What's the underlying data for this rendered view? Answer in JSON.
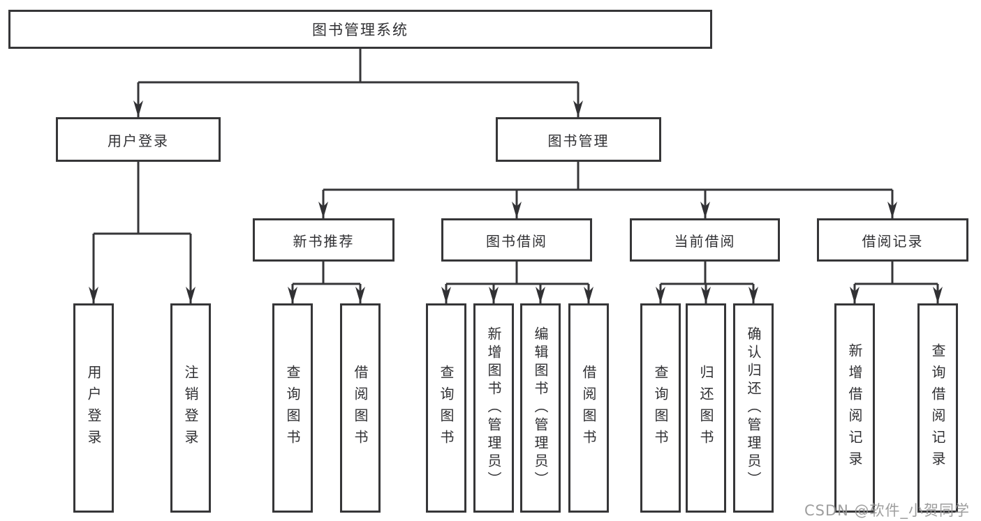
{
  "diagram": {
    "root": {
      "label": "图书管理系统"
    },
    "branches": [
      {
        "label": "用户登录",
        "children": [
          "用户登录",
          "注销登录"
        ]
      },
      {
        "label": "图书管理",
        "children": [
          {
            "label": "新书推荐",
            "children": [
              "查询图书",
              "借阅图书"
            ]
          },
          {
            "label": "图书借阅",
            "children": [
              "查询图书",
              "新增图书（管理员）",
              "编辑图书（管理员）",
              "借阅图书"
            ]
          },
          {
            "label": "当前借阅",
            "children": [
              "查询图书",
              "归还图书",
              "确认归还（管理员）"
            ]
          },
          {
            "label": "借阅记录",
            "children": [
              "新增借阅记录",
              "查询借阅记录"
            ]
          }
        ]
      }
    ],
    "colors": {
      "line": "#363638",
      "box_border": "#363638",
      "box_fill": "#ffffff",
      "text": "#303033",
      "watermark": "#969696",
      "background": "#ffffff"
    }
  },
  "watermark": {
    "text": "CSDN @软件_小贺同学"
  }
}
